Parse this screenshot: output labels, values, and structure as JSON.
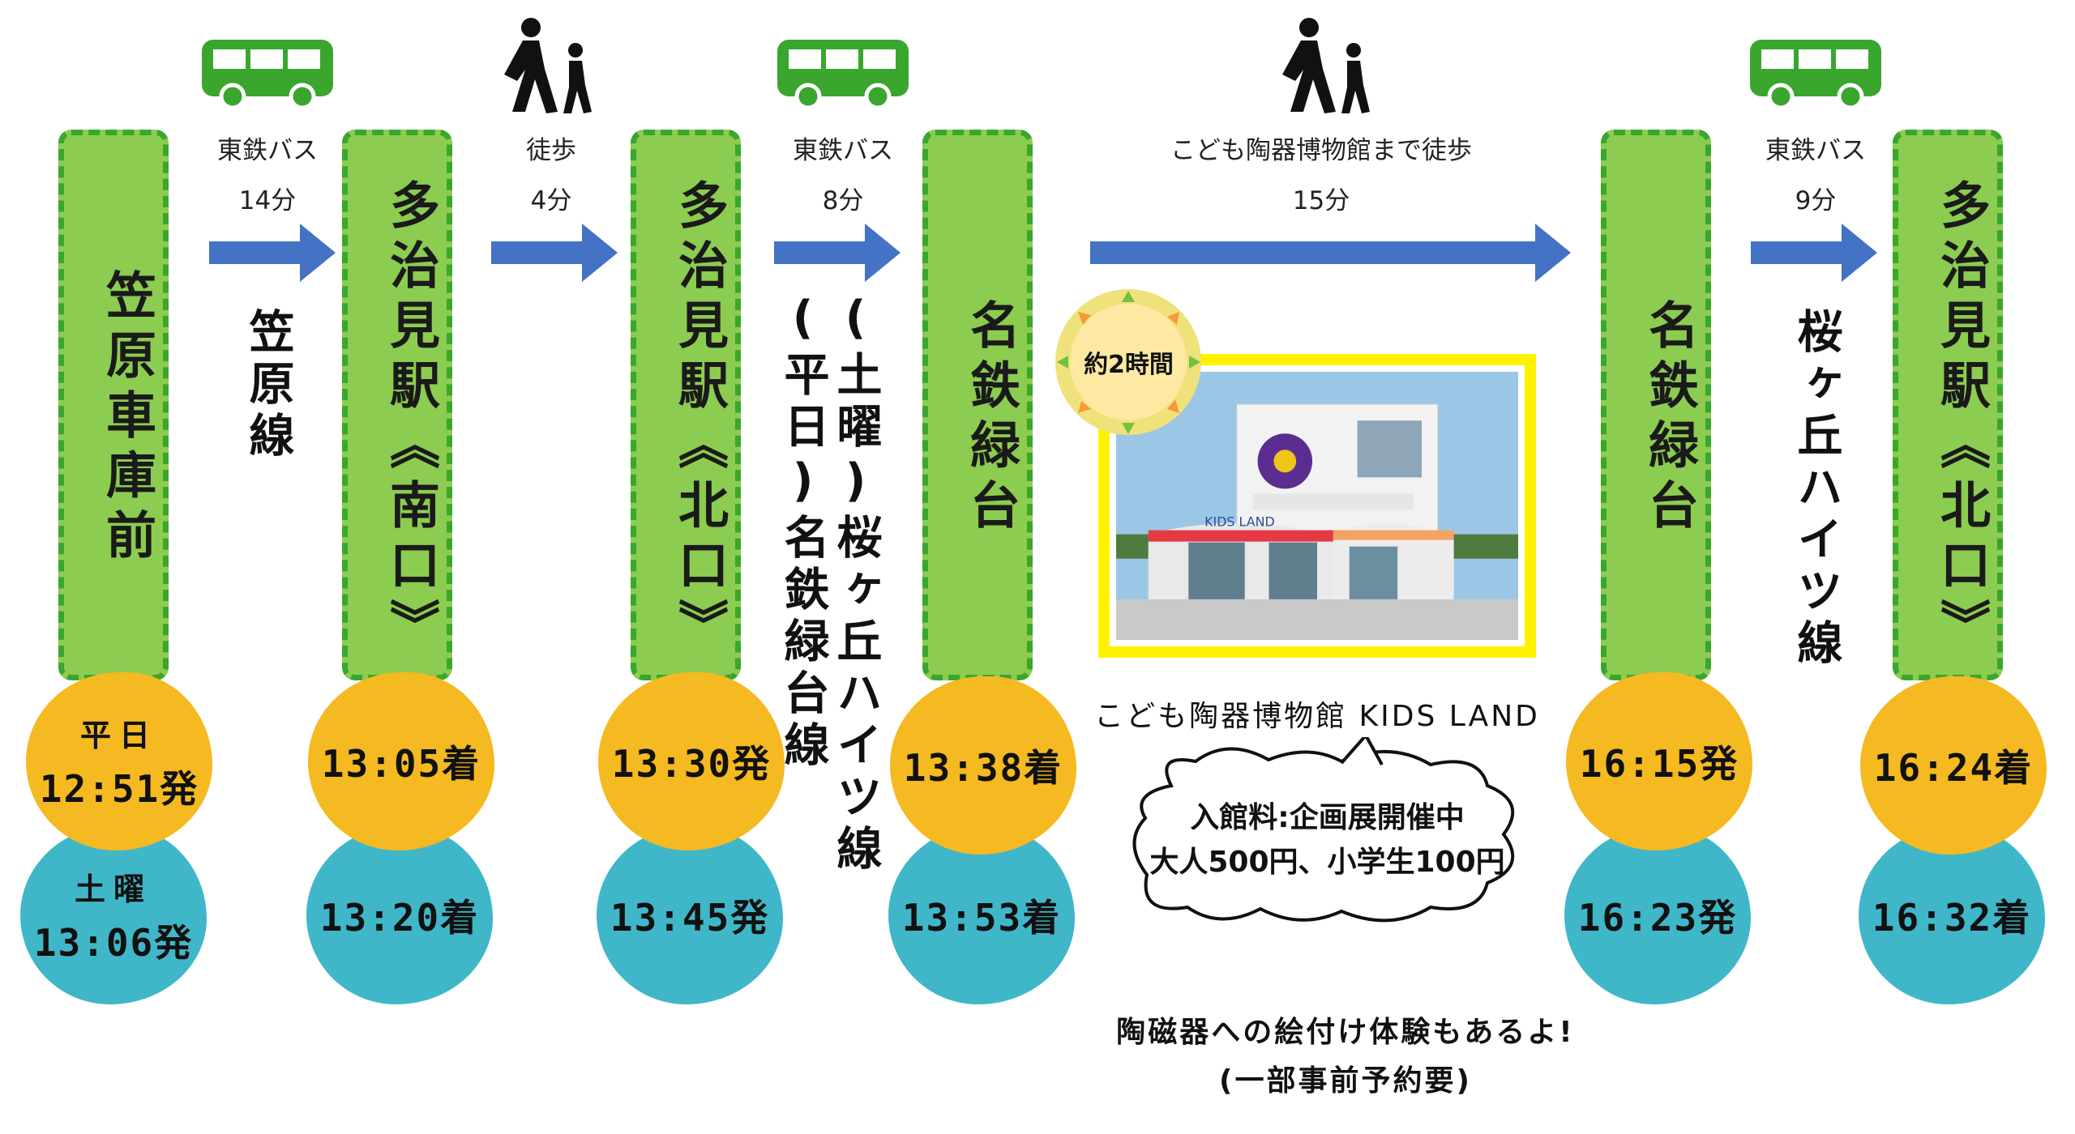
{
  "stations": [
    {
      "name": "笠原車庫前"
    },
    {
      "name": "多治見駅《南口》"
    },
    {
      "name": "多治見駅《北口》"
    },
    {
      "name": "名鉄緑台"
    },
    {
      "name": "名鉄緑台"
    },
    {
      "name": "多治見駅《北口》"
    }
  ],
  "times": {
    "weekday_label": "平日",
    "saturday_label": "土曜",
    "weekday": [
      "12:51発",
      "13:05着",
      "13:30発",
      "13:38着",
      "16:15発",
      "16:24着"
    ],
    "saturday": [
      "13:06発",
      "13:20着",
      "13:45発",
      "13:53着",
      "16:23発",
      "16:32着"
    ]
  },
  "segments": [
    {
      "mode_icon": "bus-icon",
      "mode": "東鉄バス",
      "minutes": "14分",
      "route": "笠原線"
    },
    {
      "mode_icon": "walking-icon",
      "mode": "徒歩",
      "minutes": "4分",
      "route": ""
    },
    {
      "mode_icon": "bus-icon",
      "mode": "東鉄バス",
      "minutes": "8分",
      "route_sat": "(土曜)桜ヶ丘ハイツ線",
      "route_wk": "(平日)名鉄緑台線"
    },
    {
      "mode_icon": "walking-icon",
      "mode": "こども陶器博物館まで徒歩",
      "minutes": "15分",
      "route": ""
    },
    {
      "mode_icon": "bus-icon",
      "mode": "東鉄バス",
      "minutes": "9分",
      "route": "桜ヶ丘ハイツ線"
    }
  ],
  "museum": {
    "stay_badge": "約2時間",
    "name": "こども陶器博物館 KIDS LAND",
    "fee_line1": "入館料:企画展開催中",
    "fee_line2": "大人500円、小学生100円",
    "note_line1": "陶磁器への絵付け体験もあるよ!",
    "note_line2": "(一部事前予約要)",
    "sign_text": "KIDS LAND"
  },
  "colors": {
    "pillar_fill": "#8ccc50",
    "pillar_border": "#3aa62e",
    "weekday_blob": "#f5b921",
    "saturday_blob": "#40b7c9",
    "arrow": "#4472c4",
    "bus": "#3aa62e",
    "photo_frame": "#fff200"
  }
}
